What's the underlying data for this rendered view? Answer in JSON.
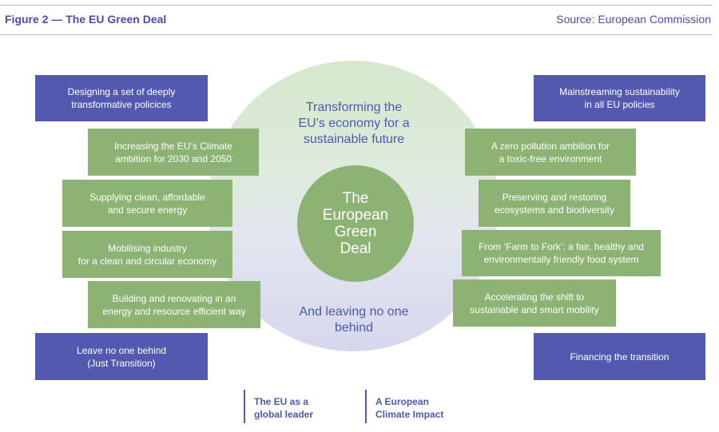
{
  "header": {
    "title": "Figure 2 —  The EU Green Deal",
    "source": "Source: European Commission"
  },
  "center": {
    "core_lines": [
      "The",
      "European",
      "Green",
      "Deal"
    ],
    "top_lines": [
      "Transforming the",
      "EU’s economy for a",
      "sustainable future"
    ],
    "bottom_lines": [
      "And leaving no one",
      "behind"
    ]
  },
  "left_boxes": [
    {
      "lines": [
        "Designing a set of deeply",
        "transformative policices"
      ]
    },
    {
      "lines": [
        "Increasing the EU’s Climate",
        "ambition for 2030 and 2050"
      ]
    },
    {
      "lines": [
        "Supplying clean, affordable",
        "and secure energy"
      ]
    },
    {
      "lines": [
        "Mobilising industry",
        "for a clean and circular economy"
      ]
    },
    {
      "lines": [
        "Building and renovating in an",
        "energy and resource efficient way"
      ]
    },
    {
      "lines": [
        "Leave no one behind",
        "(Just Transition)"
      ]
    }
  ],
  "right_boxes": [
    {
      "lines": [
        "Mainstreaming sustainability",
        "in all EU policies"
      ]
    },
    {
      "lines": [
        "A zero pollution ambition for",
        "a toxic-free environment"
      ]
    },
    {
      "lines": [
        "Preserving and restoring",
        "ecosystems and biodiversity"
      ]
    },
    {
      "lines": [
        "From ‘Farm to Fork’: a fair, healthy and",
        "environmentally friendly food system"
      ]
    },
    {
      "lines": [
        "Accelerating the shift to",
        "sustainable and smart mobility"
      ]
    },
    {
      "lines": [
        "Financing the transition"
      ]
    }
  ],
  "footer": [
    {
      "lines": [
        "The EU as a",
        "global leader"
      ]
    },
    {
      "lines": [
        "A European",
        "Climate Impact"
      ]
    }
  ],
  "colors": {
    "blue": "#5459b0",
    "green": "#8db374",
    "accent_text": "#4d5aa9"
  }
}
